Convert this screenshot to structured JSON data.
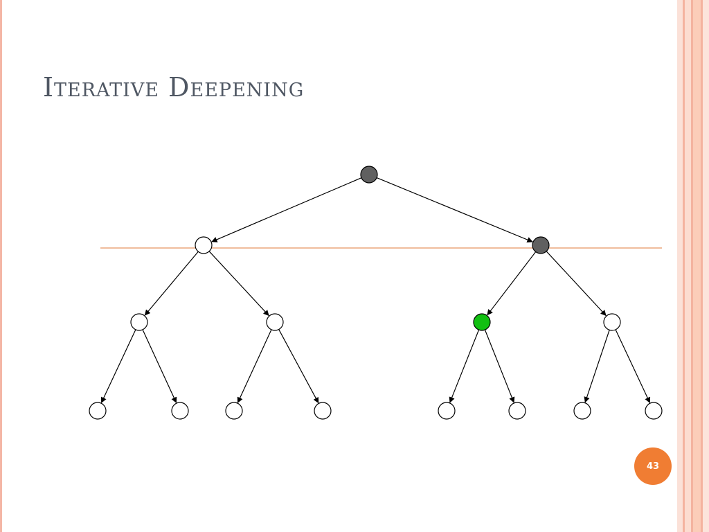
{
  "slide": {
    "title": "Iterative Deepening",
    "page_number": "43"
  },
  "colors": {
    "accent": "#f07d33",
    "border": "#f4b6a6",
    "depth_limit_line": "#e07b39",
    "expanded_node": "#606060",
    "goal_node": "#12c012",
    "unvisited_node": "#ffffff",
    "title_text": "#4f5763"
  },
  "tree": {
    "depth_limit_level": 1,
    "nodes": [
      {
        "id": "n0",
        "level": 0,
        "order": 0,
        "state": "expanded"
      },
      {
        "id": "n1",
        "level": 1,
        "order": 0,
        "state": "unvisited"
      },
      {
        "id": "n2",
        "level": 1,
        "order": 1,
        "state": "expanded"
      },
      {
        "id": "n3",
        "level": 2,
        "order": 0,
        "state": "unvisited"
      },
      {
        "id": "n4",
        "level": 2,
        "order": 1,
        "state": "unvisited"
      },
      {
        "id": "n5",
        "level": 2,
        "order": 2,
        "state": "goal"
      },
      {
        "id": "n6",
        "level": 2,
        "order": 3,
        "state": "unvisited"
      },
      {
        "id": "n7",
        "level": 3,
        "order": 0,
        "state": "unvisited"
      },
      {
        "id": "n8",
        "level": 3,
        "order": 1,
        "state": "unvisited"
      },
      {
        "id": "n9",
        "level": 3,
        "order": 2,
        "state": "unvisited"
      },
      {
        "id": "n10",
        "level": 3,
        "order": 3,
        "state": "unvisited"
      },
      {
        "id": "n11",
        "level": 3,
        "order": 4,
        "state": "unvisited"
      },
      {
        "id": "n12",
        "level": 3,
        "order": 5,
        "state": "unvisited"
      },
      {
        "id": "n13",
        "level": 3,
        "order": 6,
        "state": "unvisited"
      },
      {
        "id": "n14",
        "level": 3,
        "order": 7,
        "state": "unvisited"
      }
    ],
    "edges": [
      [
        "n0",
        "n1"
      ],
      [
        "n0",
        "n2"
      ],
      [
        "n1",
        "n3"
      ],
      [
        "n1",
        "n4"
      ],
      [
        "n2",
        "n5"
      ],
      [
        "n2",
        "n6"
      ],
      [
        "n3",
        "n7"
      ],
      [
        "n3",
        "n8"
      ],
      [
        "n4",
        "n9"
      ],
      [
        "n4",
        "n10"
      ],
      [
        "n5",
        "n11"
      ],
      [
        "n5",
        "n12"
      ],
      [
        "n6",
        "n13"
      ],
      [
        "n6",
        "n14"
      ]
    ]
  }
}
